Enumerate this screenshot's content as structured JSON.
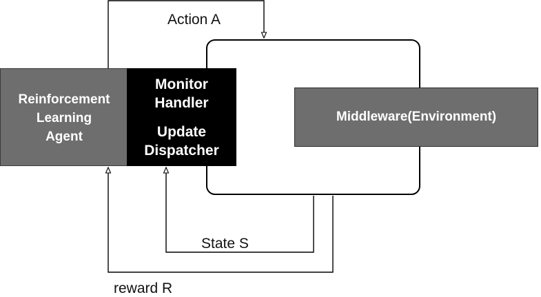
{
  "diagram": {
    "agent": {
      "label_lines": [
        "Reinforcement",
        "Learning",
        "Agent"
      ]
    },
    "handler": {
      "monitor_lines": [
        "Monitor",
        "Handler"
      ],
      "update_lines": [
        "Update",
        "Dispatcher"
      ]
    },
    "middleware": {
      "label": "Middleware(Environment)"
    },
    "edges": {
      "action": "Action A",
      "state": "State S",
      "reward": "reward R"
    }
  },
  "colors": {
    "agent_fill": "#6e6e6e",
    "handler_fill": "#000000",
    "middleware_fill": "#6e6e6e",
    "line": "#000000"
  }
}
